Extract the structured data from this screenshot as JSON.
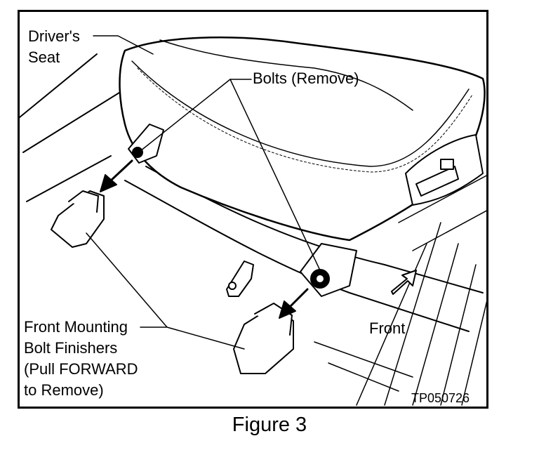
{
  "figure": {
    "labels": {
      "drivers_seat_line1": "Driver's",
      "drivers_seat_line2": "Seat",
      "bolts": "Bolts (Remove)",
      "front": "Front",
      "finishers_line1": "Front Mounting",
      "finishers_line2": "Bolt Finishers",
      "finishers_line3": "(Pull FORWARD",
      "finishers_line4": "to Remove)"
    },
    "code": "TP050726",
    "caption": "Figure 3"
  }
}
